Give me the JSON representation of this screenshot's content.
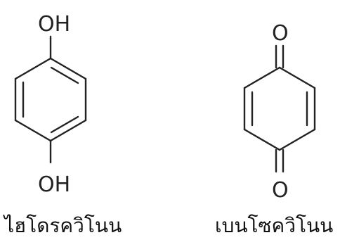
{
  "structures": [
    {
      "atoms": {
        "top": "OH",
        "bottom": "OH"
      },
      "caption": "ไฮโดรควิโนน"
    },
    {
      "atoms": {
        "top": "O",
        "bottom": "O"
      },
      "caption": "เบนโซควิโนน"
    }
  ]
}
